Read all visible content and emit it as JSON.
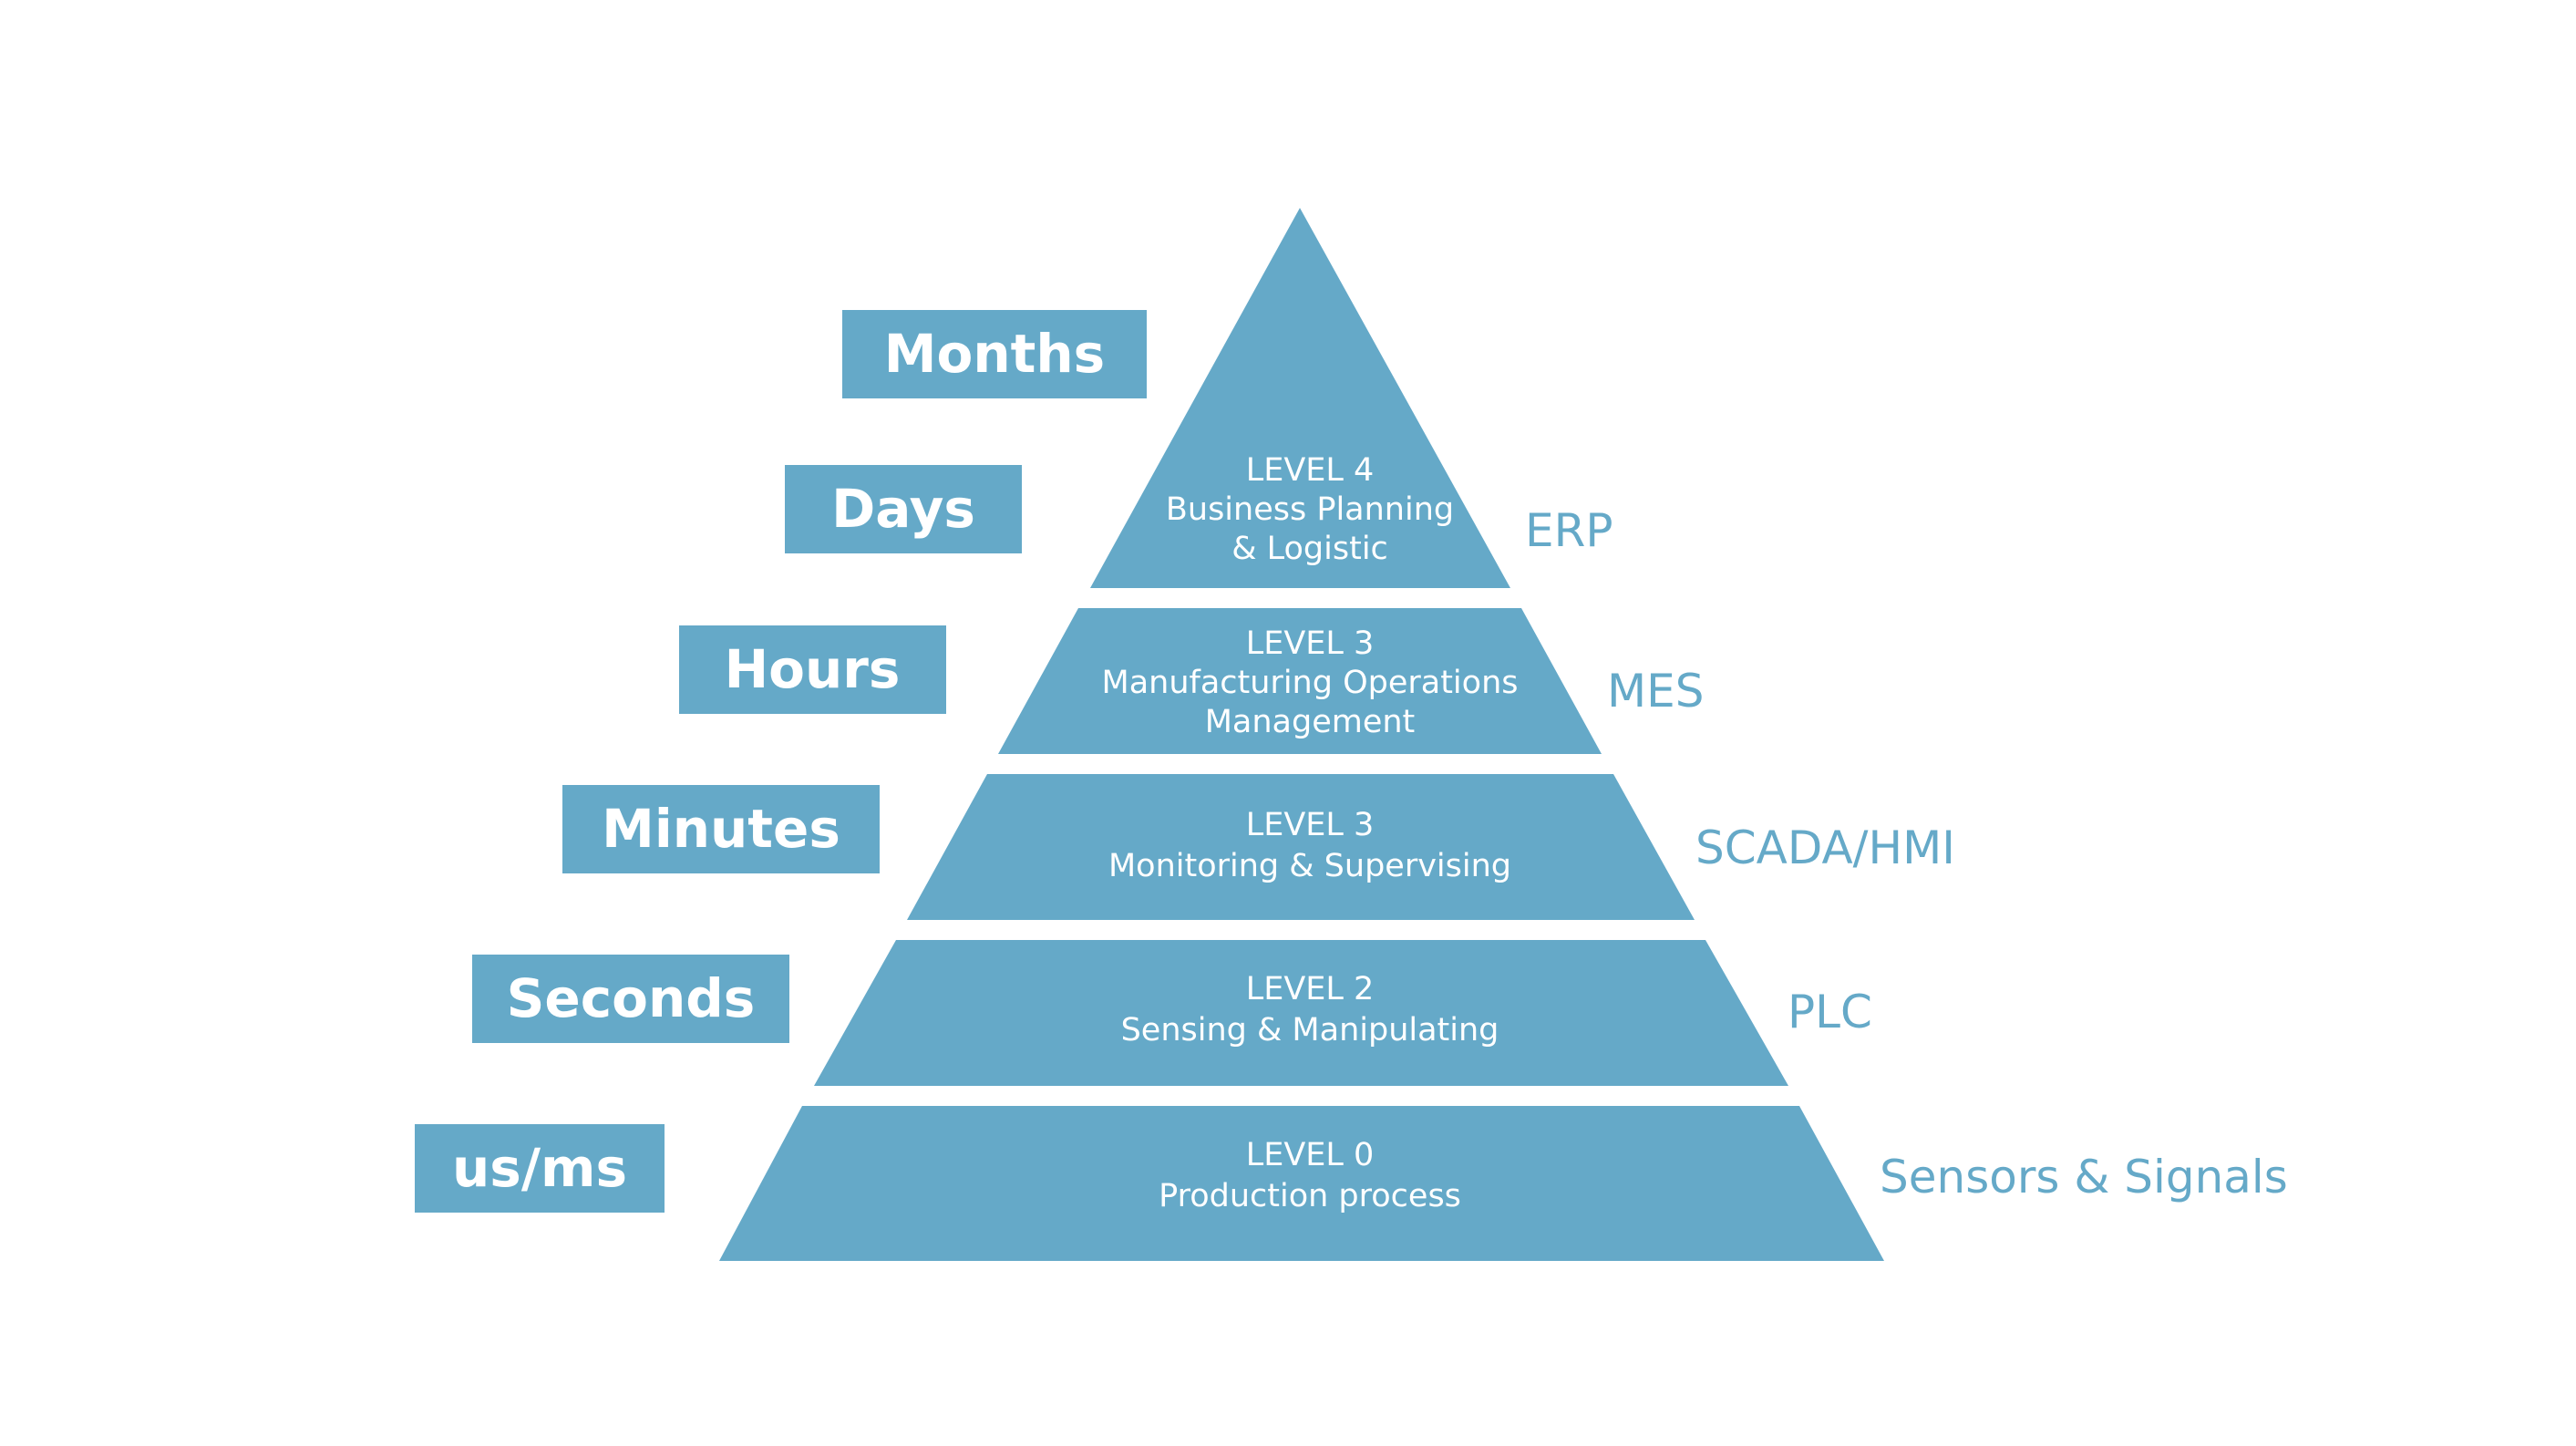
{
  "colors": {
    "accent": "#65a9c8",
    "text_on_accent": "#ffffff",
    "background": "#ffffff"
  },
  "time_scales": [
    "Months",
    "Days",
    "Hours",
    "Minutes",
    "Seconds",
    "us/ms"
  ],
  "levels": [
    {
      "lines": [
        "LEVEL 4",
        "Business Planning",
        "& Logistic"
      ],
      "system": "ERP"
    },
    {
      "lines": [
        "LEVEL 3",
        "Manufacturing Operations",
        "Management"
      ],
      "system": "MES"
    },
    {
      "lines": [
        "LEVEL 3",
        "Monitoring & Supervising"
      ],
      "system": "SCADA/HMI"
    },
    {
      "lines": [
        "LEVEL 2",
        "Sensing & Manipulating"
      ],
      "system": "PLC"
    },
    {
      "lines": [
        "LEVEL 0",
        "Production process"
      ],
      "system": "Sensors & Signals"
    }
  ]
}
